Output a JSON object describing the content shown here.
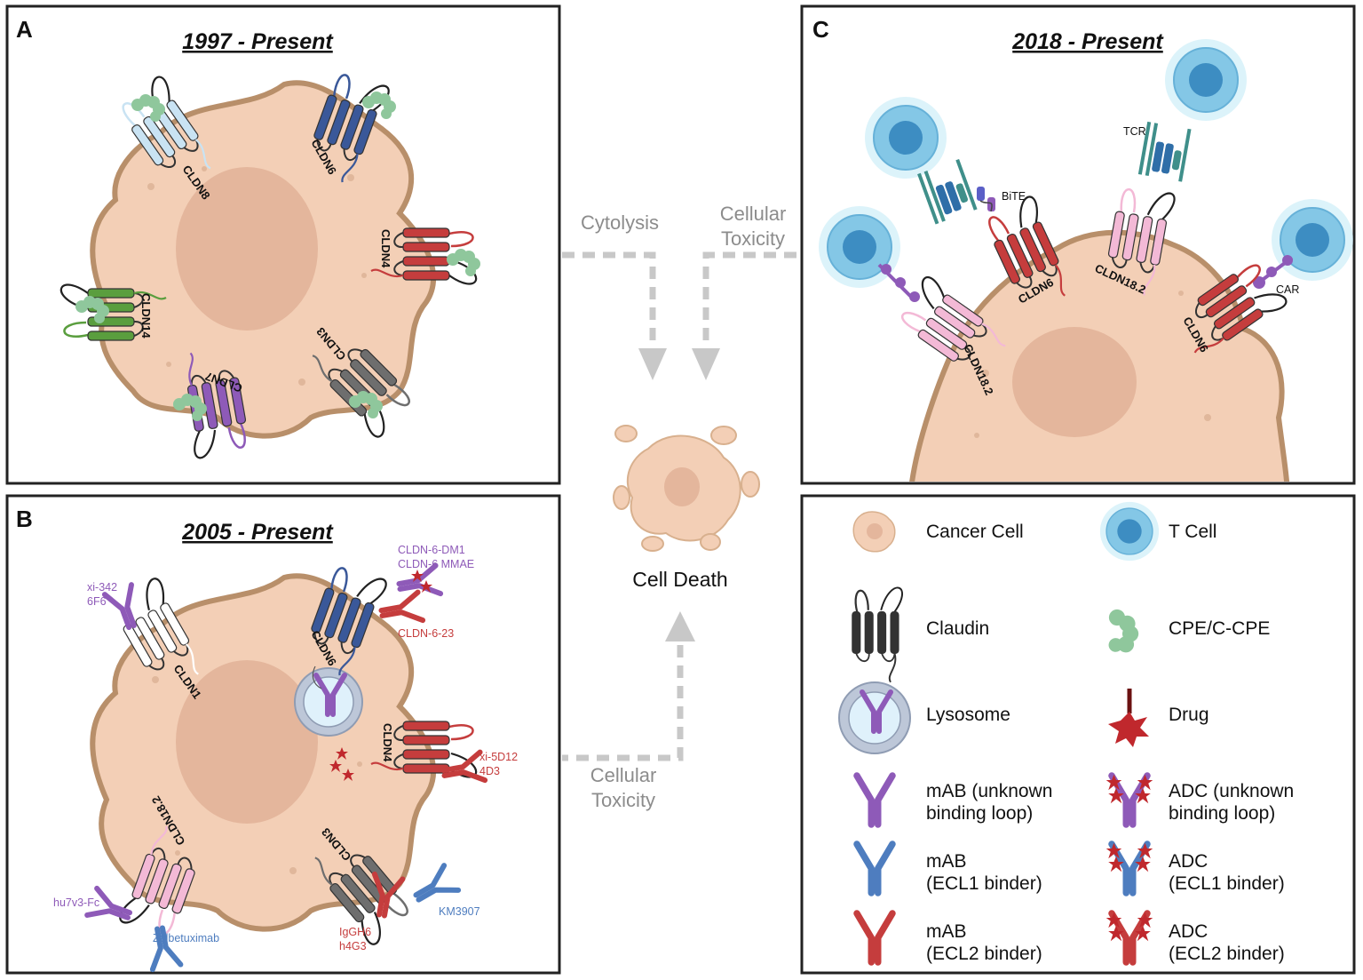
{
  "panels": {
    "a": {
      "letter": "A",
      "title": "1997 - Present",
      "claudins": [
        "CLDN8",
        "CLDN6",
        "CLDN4",
        "CLDN14",
        "CLDN7",
        "CLDN3"
      ]
    },
    "b": {
      "letter": "B",
      "title": "2005 - Present",
      "claudins": [
        "CLDN1",
        "CLDN6",
        "CLDN4",
        "CLDN18.2",
        "CLDN3"
      ],
      "agents": {
        "xi342": "xi-342",
        "f6f6": "6F6",
        "dm1": "CLDN-6-DM1",
        "mmae": "CLDN-6 MMAE",
        "c623": "CLDN-6-23",
        "xi5d12": "xi-5D12",
        "d4d3": "4D3",
        "km3907": "KM3907",
        "iggh6": "IgGH6",
        "h4g3": "h4G3",
        "hu7v3": "hu7v3-Fc",
        "zolbe": "Zolbetuximab"
      }
    },
    "c": {
      "letter": "C",
      "title": "2018 - Present",
      "claudins": [
        "CLDN6",
        "CLDN18.2",
        "CLDN18.2",
        "CLDN6"
      ],
      "constructs": {
        "bite": "BiTE",
        "tcr": "TCR",
        "car": "CAR"
      }
    }
  },
  "flow": {
    "cytolysis": "Cytolysis",
    "cellular_a": "Cellular",
    "toxicity_a": "Toxicity",
    "cellular_b": "Cellular",
    "toxicity_b": "Toxicity",
    "cell_death": "Cell Death"
  },
  "legend": {
    "cancer_cell": "Cancer Cell",
    "t_cell": "T Cell",
    "claudin": "Claudin",
    "cpe": "CPE/C-CPE",
    "lysosome": "Lysosome",
    "drug": "Drug",
    "mab_unknown_1": "mAB (unknown",
    "mab_unknown_2": "binding loop)",
    "adc_unknown_1": "ADC (unknown",
    "adc_unknown_2": "binding loop)",
    "mab_ecl1_1": "mAB",
    "mab_ecl1_2": "(ECL1 binder)",
    "adc_ecl1_1": "ADC",
    "adc_ecl1_2": "(ECL1 binder)",
    "mab_ecl2_1": "mAB",
    "mab_ecl2_2": "(ECL2 binder)",
    "adc_ecl2_1": "ADC",
    "adc_ecl2_2": "(ECL2 binder)"
  },
  "colors": {
    "cldn8": "#c9e3f3",
    "cldn6": "#3a5899",
    "cldn4": "#c53d3d",
    "cldn14": "#5a9e3e",
    "cldn7": "#8e5ab8",
    "cldn3": "#6e6e6e",
    "cldn1": "#ffffff",
    "cldn182": "#f3b9d6",
    "ab_unknown": "#8e5ab8",
    "ab_ecl1": "#4e7dbf",
    "ab_ecl2": "#c53d3d",
    "drug": "#c0282d",
    "cpe": "#8fc79c",
    "arrow": "#c8c8c8"
  }
}
